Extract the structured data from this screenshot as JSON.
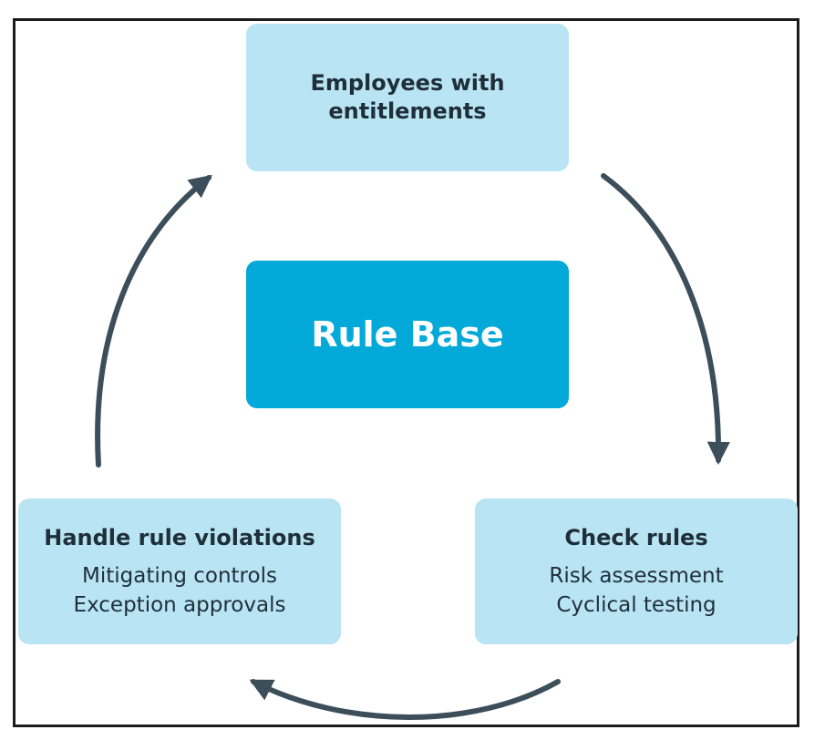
{
  "nodes": {
    "top": {
      "title": "Employees with entitlements"
    },
    "center": {
      "title": "Rule Base"
    },
    "left": {
      "title": "Handle rule violations",
      "lines": [
        "Mitigating controls",
        "Exception approvals"
      ]
    },
    "right": {
      "title": "Check rules",
      "lines": [
        "Risk assessment",
        "Cyclical testing"
      ]
    }
  },
  "colors": {
    "node_fill": "#b9e4f4",
    "center_fill": "#03a9d9",
    "arrow": "#3d4e5b",
    "text": "#1f2f3a"
  }
}
